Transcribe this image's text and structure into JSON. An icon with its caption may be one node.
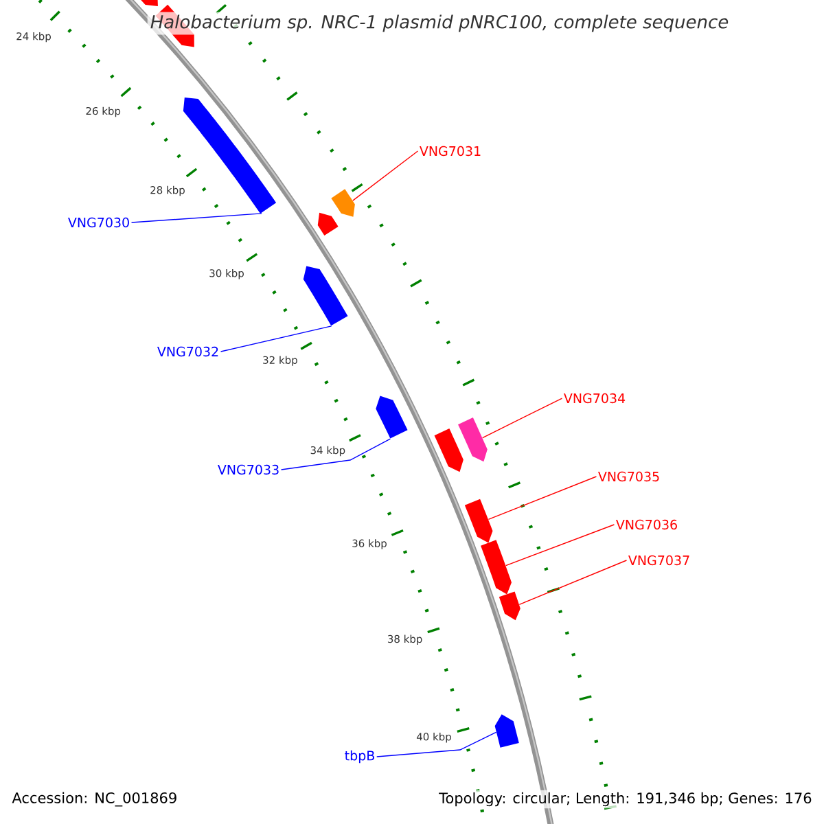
{
  "diagram": {
    "title": "Halobacterium sp. NRC-1 plasmid pNRC100, complete sequence",
    "nodes": [
      {
        "text": [],
        "shape": "bar"
      },
      {
        "text": [],
        "shape": "bar"
      },
      {
        "text": [],
        "shape": "bar"
      },
      {
        "text": [
          "VNG7031"
        ]
      },
      {
        "text": [
          "VNG7030"
        ]
      },
      {
        "text": [],
        "shape": "bar"
      },
      {
        "text": [],
        "shape": "bar"
      },
      {
        "text": [],
        "shape": "bar"
      },
      {
        "text": [
          "VNG7032"
        ]
      },
      {
        "text": [
          "VNG7034"
        ]
      },
      {
        "text": [],
        "shape": "bar"
      },
      {
        "text": [],
        "shape": "bar"
      },
      {
        "text": [],
        "shape": "bar"
      },
      {
        "text": [
          "VNG7033"
        ]
      },
      {
        "text": [
          "VNG7035"
        ]
      },
      {
        "text": [],
        "shape": "bar"
      },
      {
        "text": [
          "VNG7036"
        ]
      },
      {
        "text": [],
        "shape": "bar"
      },
      {
        "text": [
          "VNG7037"
        ]
      },
      {
        "text": [],
        "shape": "bar"
      },
      {
        "text": [],
        "shape": "bar"
      },
      {
        "text": [
          "tbpB"
        ]
      }
    ],
    "edges": [
      {
        "from": 4,
        "to": 2,
        "arrow": "none",
        "color": "#0000ff"
      },
      {
        "from": 3,
        "to": 6,
        "arrow": "none"
      },
      {
        "from": 8,
        "to": 7,
        "arrow": "none",
        "color": "#0000ff"
      },
      {
        "from": 9,
        "to": 12,
        "arrow": "none"
      },
      {
        "from": 13,
        "to": 10,
        "arrow": "none",
        "color": "#0000ff"
      },
      {
        "from": 14,
        "to": 15,
        "arrow": "none"
      },
      {
        "from": 16,
        "to": 17,
        "arrow": "none"
      },
      {
        "from": 18,
        "to": 19,
        "arrow": "none"
      },
      {
        "from": 21,
        "to": 20,
        "arrow": "none",
        "color": "#0000ff"
      }
    ],
    "labels": [
      "24 kbp",
      "26 kbp",
      "28 kbp",
      "30 kbp",
      "32 kbp",
      "34 kbp",
      "36 kbp",
      "38 kbp",
      "40 kbp",
      "Accession: NC_001869",
      "Topology: circular; Length: 191,346 bp; Genes: 176"
    ]
  }
}
